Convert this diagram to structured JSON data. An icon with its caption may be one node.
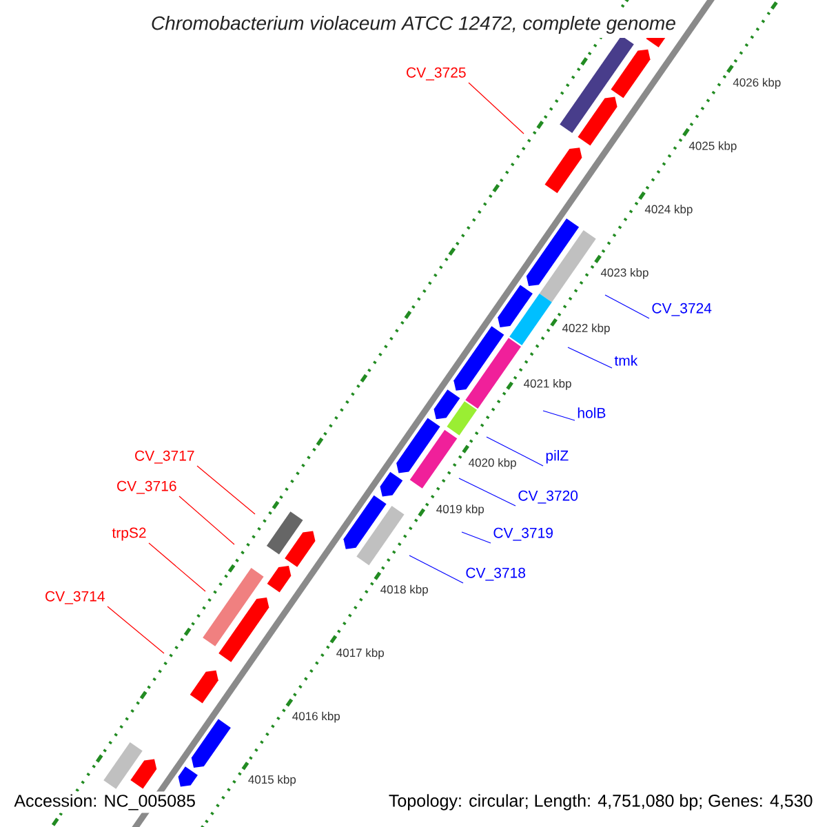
{
  "diagram": {
    "title": "Chromobacterium violaceum ATCC 12472, complete genome",
    "nodes": [
      {
        "text": [
          "CV_3725"
        ]
      },
      {
        "text": [
          "CV_3724"
        ]
      },
      {
        "text": [
          "tmk"
        ]
      },
      {
        "text": [
          "holB"
        ]
      },
      {
        "text": [
          "CV_3717"
        ]
      },
      {
        "text": [
          "pilZ"
        ]
      },
      {
        "text": [
          "CV_3716"
        ]
      },
      {
        "text": [
          "CV_3720"
        ]
      },
      {
        "text": [
          "trpS2"
        ]
      },
      {
        "text": [
          "CV_3719"
        ]
      },
      {
        "text": [
          "CV_3718"
        ]
      },
      {
        "text": [
          "CV_3714"
        ]
      }
    ],
    "edges": [
      {
        "from": 0,
        "to": null,
        "arrow": "none",
        "color": "#ff0000"
      },
      {
        "from": 1,
        "to": null,
        "arrow": "none"
      },
      {
        "from": 2,
        "to": null,
        "arrow": "none"
      },
      {
        "from": 3,
        "to": null,
        "arrow": "none"
      },
      {
        "from": 4,
        "to": null,
        "arrow": "none",
        "color": "#ff0000"
      },
      {
        "from": 5,
        "to": null,
        "arrow": "none"
      },
      {
        "from": 6,
        "to": null,
        "arrow": "none",
        "color": "#ff0000"
      },
      {
        "from": 7,
        "to": null,
        "arrow": "none"
      },
      {
        "from": 8,
        "to": null,
        "arrow": "none",
        "color": "#ff0000"
      },
      {
        "from": 9,
        "to": null,
        "arrow": "none"
      },
      {
        "from": 10,
        "to": null,
        "arrow": "none"
      },
      {
        "from": 11,
        "to": null,
        "arrow": "none",
        "color": "#ff0000"
      }
    ],
    "labels": [
      "4026 kbp",
      "4025 kbp",
      "4024 kbp",
      "4023 kbp",
      "4022 kbp",
      "4021 kbp",
      "4020 kbp",
      "4019 kbp",
      "4018 kbp",
      "4017 kbp",
      "4016 kbp",
      "4015 kbp",
      "Accession: NC_005085",
      "Topology: circular; Length: 4,751,080 bp; Genes: 4,530"
    ]
  }
}
